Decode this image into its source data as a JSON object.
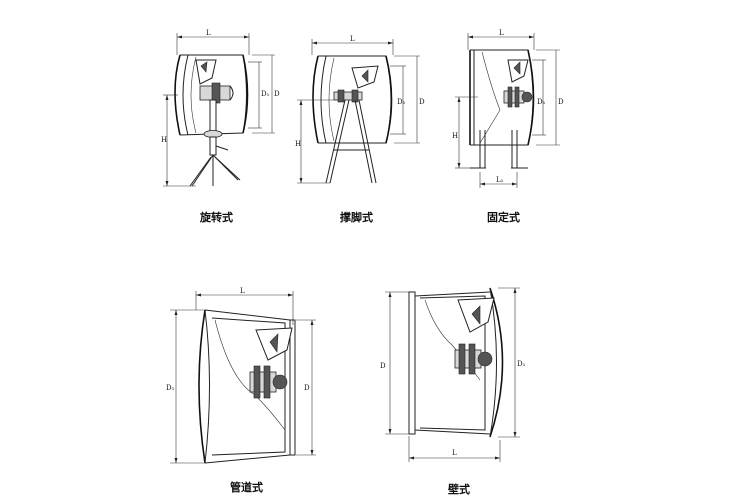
{
  "figures": [
    {
      "caption": "旋转式",
      "dims": {
        "L": "L",
        "D": "D",
        "D1": "D₁",
        "H": "H"
      }
    },
    {
      "caption": "撑脚式",
      "dims": {
        "L": "L",
        "D": "D",
        "D1": "D₁",
        "H": "H"
      }
    },
    {
      "caption": "固定式",
      "dims": {
        "L": "L",
        "L1": "L₁",
        "D": "D",
        "D1": "D₁",
        "H": "H"
      }
    },
    {
      "caption": "管道式",
      "dims": {
        "L": "L",
        "D": "D",
        "D1": "D₁"
      }
    },
    {
      "caption": "壁式",
      "dims": {
        "L": "L",
        "D": "D",
        "D1": "D₁"
      }
    }
  ]
}
